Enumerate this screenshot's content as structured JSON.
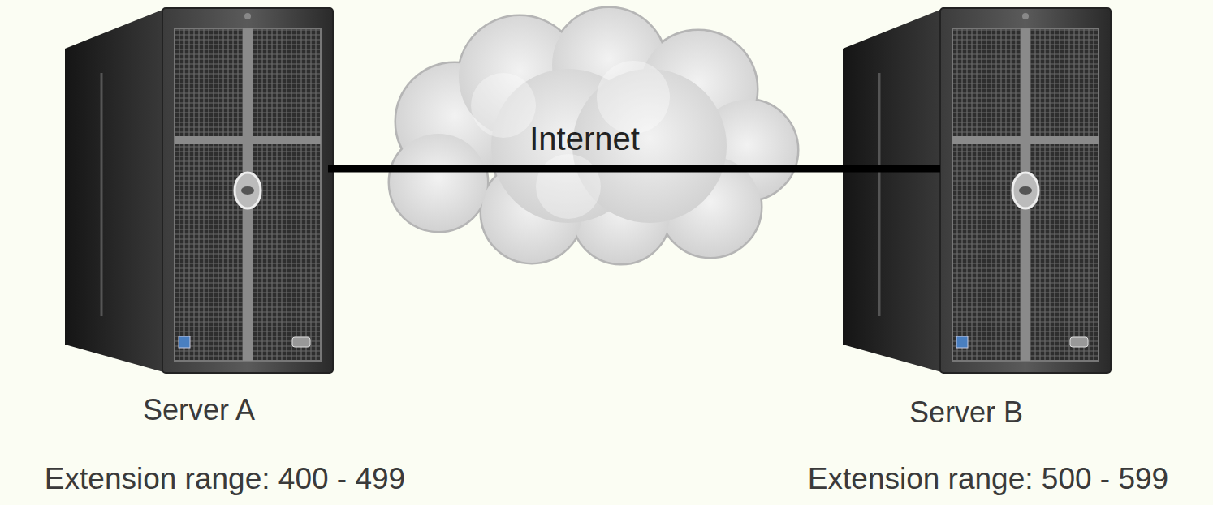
{
  "diagram": {
    "nodes": [
      {
        "text": [
          "Server A",
          "Extension range: 400 - 499"
        ]
      },
      {
        "text": [
          "Internet"
        ]
      },
      {
        "text": [
          "Server B",
          "Extension range: 500 - 599"
        ]
      }
    ],
    "edges": [
      {
        "from": 0,
        "to": 2,
        "arrow": "none"
      }
    ]
  }
}
